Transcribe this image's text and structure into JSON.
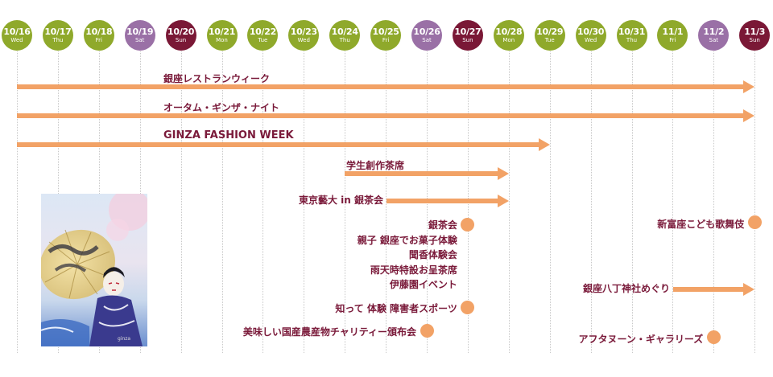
{
  "colors": {
    "weekday": "#8fa92b",
    "saturday": "#9a70a6",
    "sunday": "#7a1836",
    "arrow": "#f2a266",
    "text": "#7a1a3a"
  },
  "dates": [
    {
      "date": "10/16",
      "day": "Wed",
      "kind": "weekday"
    },
    {
      "date": "10/17",
      "day": "Thu",
      "kind": "weekday"
    },
    {
      "date": "10/18",
      "day": "Fri",
      "kind": "weekday"
    },
    {
      "date": "10/19",
      "day": "Sat",
      "kind": "saturday"
    },
    {
      "date": "10/20",
      "day": "Sun",
      "kind": "sunday"
    },
    {
      "date": "10/21",
      "day": "Mon",
      "kind": "weekday"
    },
    {
      "date": "10/22",
      "day": "Tue",
      "kind": "weekday"
    },
    {
      "date": "10/23",
      "day": "Wed",
      "kind": "weekday"
    },
    {
      "date": "10/24",
      "day": "Thu",
      "kind": "weekday"
    },
    {
      "date": "10/25",
      "day": "Fri",
      "kind": "weekday"
    },
    {
      "date": "10/26",
      "day": "Sat",
      "kind": "saturday"
    },
    {
      "date": "10/27",
      "day": "Sun",
      "kind": "sunday"
    },
    {
      "date": "10/28",
      "day": "Mon",
      "kind": "weekday"
    },
    {
      "date": "10/29",
      "day": "Tue",
      "kind": "weekday"
    },
    {
      "date": "10/30",
      "day": "Wed",
      "kind": "weekday"
    },
    {
      "date": "10/31",
      "day": "Thu",
      "kind": "weekday"
    },
    {
      "date": "11/1",
      "day": "Fri",
      "kind": "weekday"
    },
    {
      "date": "11/2",
      "day": "Sat",
      "kind": "saturday"
    },
    {
      "date": "11/3",
      "day": "Sun",
      "kind": "sunday"
    }
  ],
  "ranges": [
    {
      "label": "銀座レストランウィーク",
      "start": "10/16",
      "end": "11/3"
    },
    {
      "label": "オータム・ギンザ・ナイト",
      "start": "10/16",
      "end": "11/3"
    },
    {
      "label": "GINZA FASHION WEEK",
      "start": "10/16",
      "end": "10/29"
    },
    {
      "label": "学生創作茶席",
      "start": "10/24",
      "end": "10/28"
    },
    {
      "label": "東京藝大 in 銀茶会",
      "start": "10/24",
      "end": "10/28"
    },
    {
      "label": "銀座八丁神社めぐり",
      "start": "10/30",
      "end": "11/3"
    }
  ],
  "single_events": [
    {
      "date": "10/27",
      "labels": [
        "銀茶会",
        "親子 銀座でお菓子体験",
        "聞香体験会",
        "雨天時特設お呈茶席",
        "伊藤園イベント"
      ]
    },
    {
      "date": "10/27",
      "labels": [
        "知って 体験 障害者スポーツ"
      ]
    },
    {
      "date": "10/26",
      "labels": [
        "美味しい国産農産物チャリティー頒布会"
      ]
    },
    {
      "date": "11/3",
      "labels": [
        "新富座こども歌舞伎"
      ]
    },
    {
      "date": "11/2",
      "labels": [
        "アフタヌーン・ギャラリーズ"
      ]
    }
  ],
  "photo": {
    "description_icon": "kabuki-umbrella-photo"
  }
}
